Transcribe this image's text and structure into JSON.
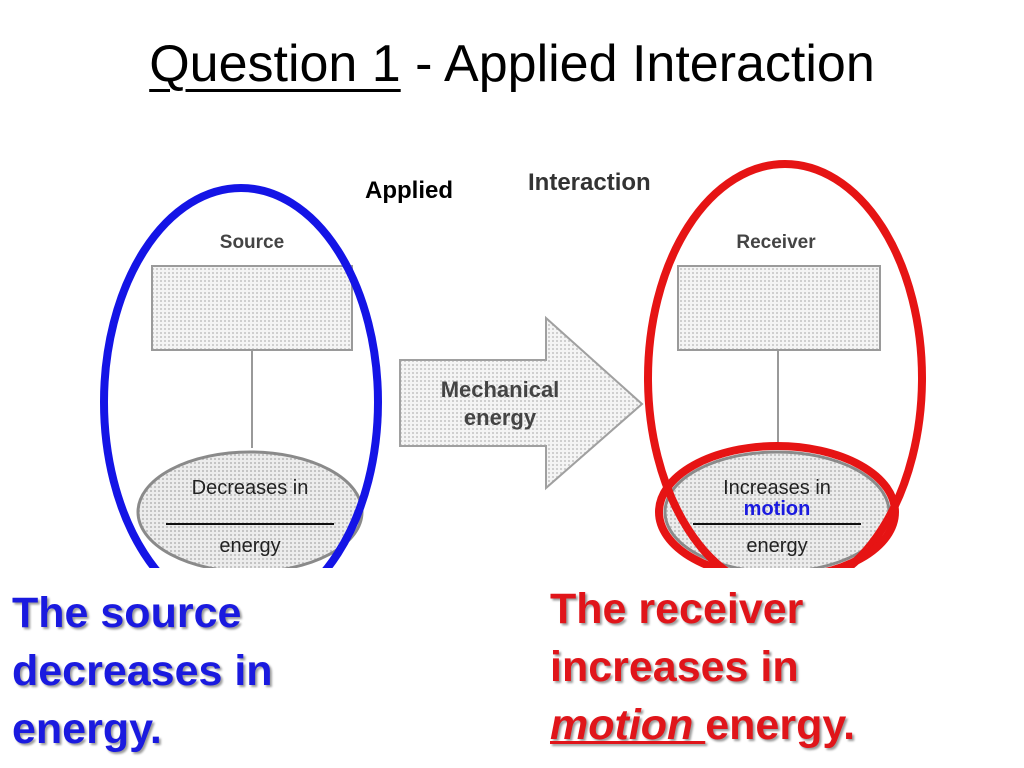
{
  "title": {
    "underlined": "Question 1",
    "rest": " - Applied Interaction"
  },
  "diagram": {
    "applied_label": "Applied",
    "interaction_label": "Interaction",
    "source_label": "Source",
    "receiver_label": "Receiver",
    "arrow_line1": "Mechanical",
    "arrow_line2": "energy",
    "source_oval_line1": "Decreases in",
    "source_oval_line2": "energy",
    "receiver_oval_line1": "Increases in",
    "receiver_fill_word": "motion",
    "receiver_oval_line2": "energy",
    "colors": {
      "source_circle": "#1414e6",
      "receiver_circle": "#e61414",
      "fill_word": "#1a1adf"
    }
  },
  "captions": {
    "left": {
      "line1": "The source",
      "line2": "decreases in",
      "line3": "energy."
    },
    "right": {
      "line1": "The receiver",
      "line2": "increases in",
      "word": "motion ",
      "tail": "energy."
    }
  }
}
